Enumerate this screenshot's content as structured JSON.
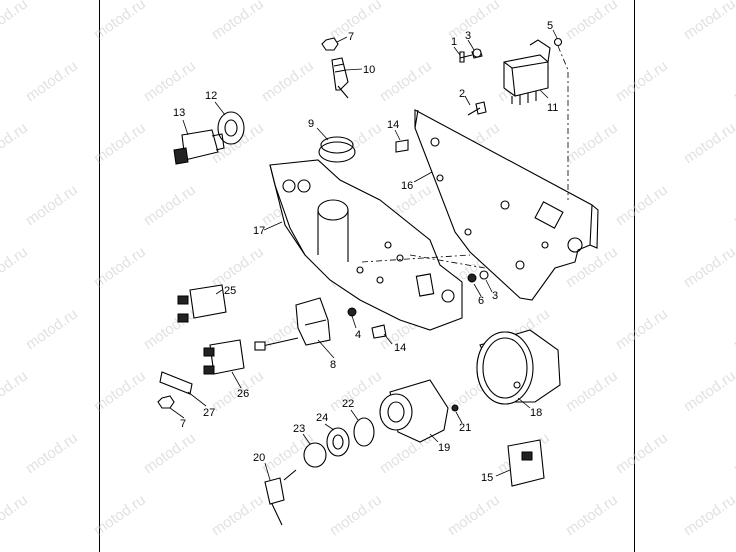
{
  "watermark": "motod.ru",
  "callouts": [
    "1",
    "2",
    "3",
    "3",
    "4",
    "5",
    "6",
    "7",
    "7",
    "8",
    "9",
    "10",
    "11",
    "12",
    "13",
    "14",
    "14",
    "15",
    "16",
    "17",
    "18",
    "19",
    "20",
    "21",
    "22",
    "23",
    "24",
    "25",
    "26",
    "27"
  ]
}
